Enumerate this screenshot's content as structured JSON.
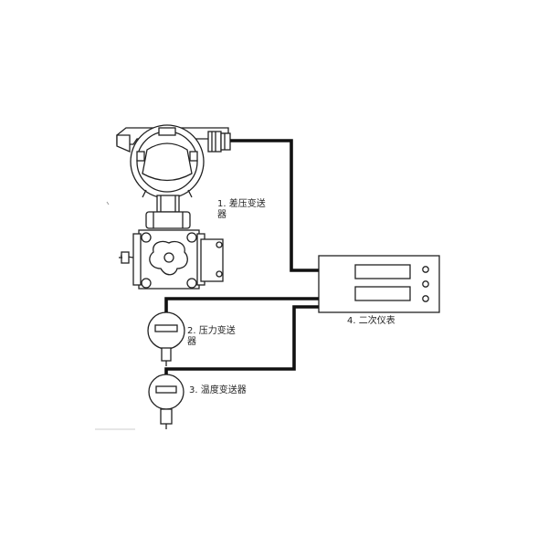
{
  "labels": {
    "dp_transmitter_line1": "1. 差压变送",
    "dp_transmitter_line2": "器",
    "pressure_transmitter_line1": "2. 压力变送",
    "pressure_transmitter_line2": "器",
    "temperature_transmitter": "3. 温度变送器",
    "secondary_instrument": "4. 二次仪表"
  },
  "colors": {
    "line": "#222222",
    "wire": "#111111",
    "background": "#ffffff"
  }
}
